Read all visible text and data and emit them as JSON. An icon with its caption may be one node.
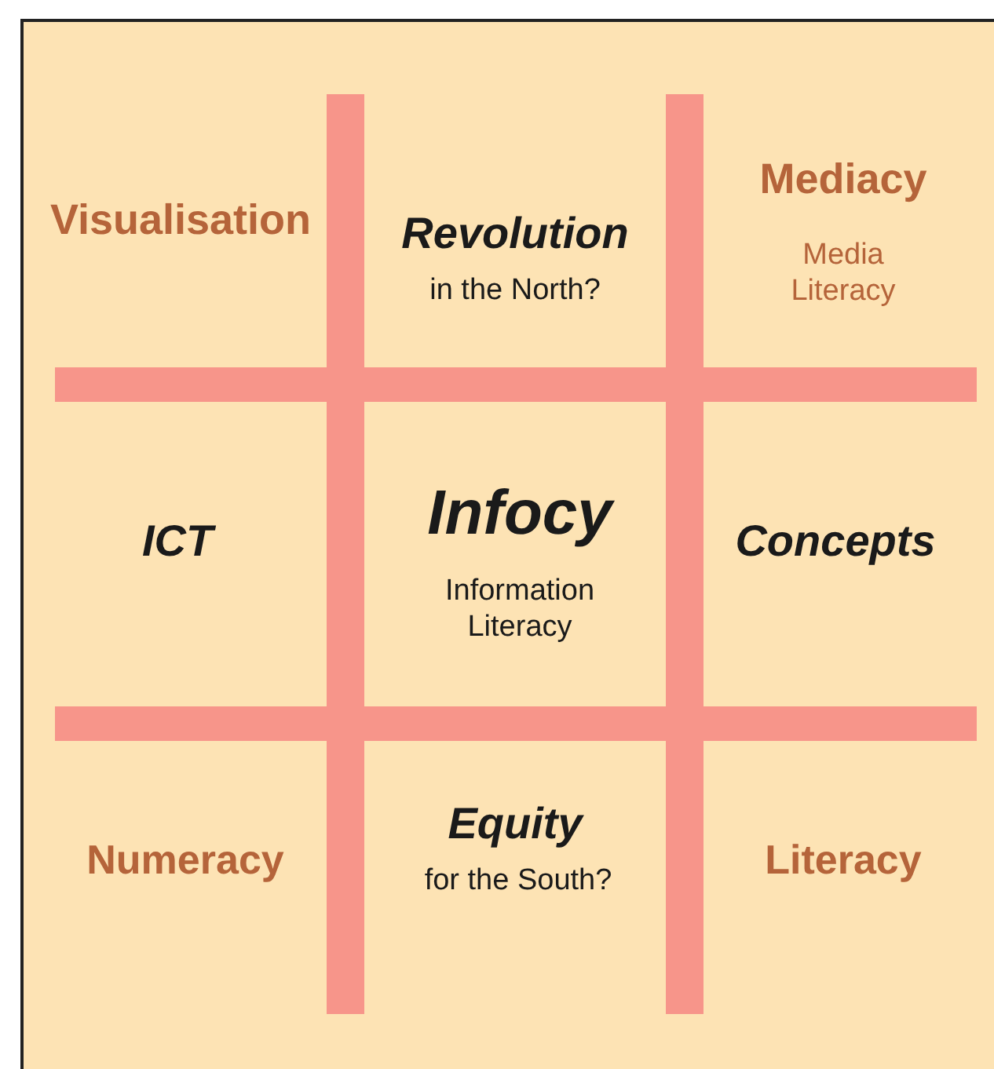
{
  "diagram": {
    "labels": [
      "Visualisation",
      "Revolution",
      "in the North?",
      "Mediacy",
      "Media Literacy",
      "ICT",
      "Infocy",
      "Information Literacy",
      "Concepts",
      "Numeracy",
      "Equity",
      "for the South?",
      "Literacy"
    ]
  }
}
